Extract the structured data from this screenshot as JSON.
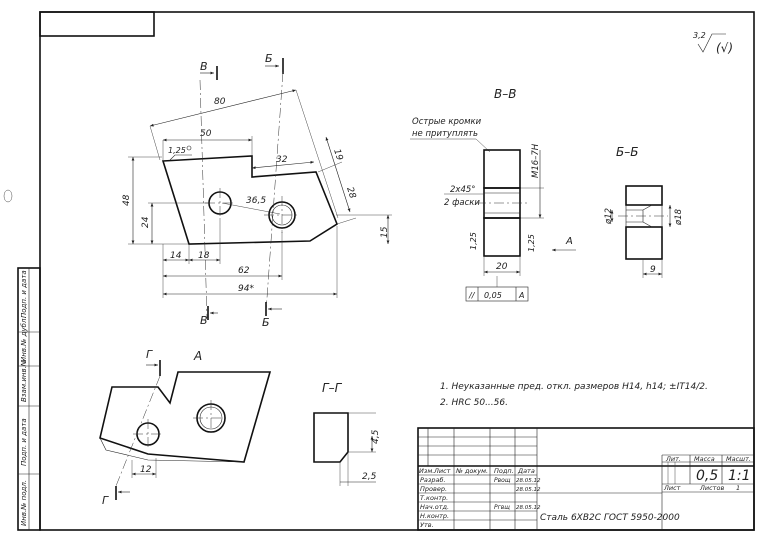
{
  "roughness": {
    "top": "3,2",
    "general": "(√)"
  },
  "views": {
    "main": {
      "sec_b_left": "B",
      "sec_b_right": "B",
      "sec_bb_top": "Б",
      "sec_bb_bottom": "Б",
      "dims": {
        "d80": "80",
        "d50": "50",
        "d32": "32",
        "d19": "19",
        "d28": "28",
        "d48": "48",
        "d24": "24",
        "d14": "14",
        "d18": "18",
        "d62": "62",
        "d94": "94*",
        "d15": "15",
        "d365": "36,5",
        "r125": "1,25"
      }
    },
    "section_vv": {
      "title": "B–B",
      "note_line1": "Острые кромки",
      "note_line2": "не притуплять",
      "chamfer1": "2x45°",
      "chamfer2": "2 фаски",
      "thread": "M16–7H",
      "rough_left": "1,25",
      "rough_right": "1,25",
      "width": "20",
      "arrow_label": "A",
      "tol_symbol": "//",
      "tol_value": "0,05",
      "tol_base": "A"
    },
    "section_bb": {
      "title": "Б–Б",
      "d12": "ø12",
      "d18": "ø18",
      "d9": "9"
    },
    "view_a": {
      "title": "A",
      "sec_g_top": "Г",
      "sec_g_bottom": "Г"
    },
    "section_gg": {
      "title": "Г–Г",
      "d45": "4,5",
      "d25": "2,5"
    }
  },
  "notes": [
    "1. Неуказанные пред. откл. размеров H14, h14;  ±IT14/2.",
    "2. HRC 50...56."
  ],
  "side_stamp": [
    "Подп. и дата",
    "Инв.№ дубл.",
    "Взам.инв.№",
    "Подп. и дата",
    "Инв.№ подл."
  ],
  "title_block": {
    "izm": "Изм.",
    "list": "Лист",
    "ndoc": "№ докум.",
    "podp": "Подп.",
    "data": "Дата",
    "roles": [
      "Разраб.",
      "Провер.",
      "Т.контр.",
      "Нач.отд.",
      "Н.контр.",
      "Утв."
    ],
    "dates": [
      "28.05.12",
      "28.05.12",
      "",
      "28.05.12"
    ],
    "signatures": [
      "Рвощ",
      "Ргвщ"
    ],
    "lit_label": "Лит.",
    "mass_label": "Масса",
    "scale_label": "Масшт.",
    "mass_value": "0,5",
    "scale_value": "1:1",
    "sheet_label": "Лист",
    "sheets_label": "Листов",
    "sheets_value": "1",
    "material": "Сталь 6ХВ2С ГОСТ 5950-2000"
  }
}
